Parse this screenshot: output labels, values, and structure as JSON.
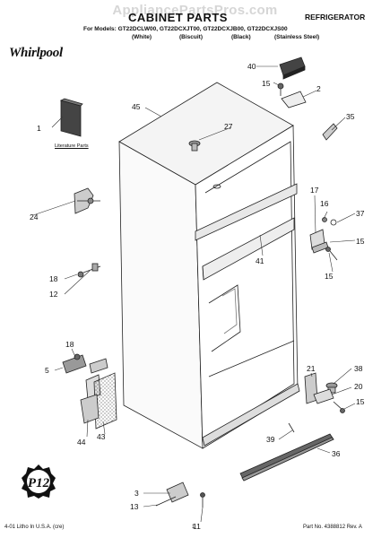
{
  "watermark": "AppliancePartsPros.com",
  "header": {
    "title": "CABINET PARTS",
    "subtitle": "REFRIGERATOR",
    "models_prefix": "For Models:",
    "models": [
      "GT22DCLW00",
      "GT22DCXJT00",
      "GT22DCXJB00",
      "GT22DCXJS00"
    ],
    "colors": [
      "(White)",
      "(Biscuit)",
      "(Black)",
      "(Stainless Steel)"
    ]
  },
  "brand": "Whirlpool",
  "literature_label": "Literature Parts",
  "badge_text": "P12",
  "callouts": {
    "c1": "1",
    "c2": "2",
    "c3": "3",
    "c5": "5",
    "c11": "11",
    "c12": "12",
    "c13": "13",
    "c15a": "15",
    "c15b": "15",
    "c15c": "15",
    "c15d": "15",
    "c16": "16",
    "c17": "17",
    "c18a": "18",
    "c18b": "18",
    "c20": "20",
    "c21": "21",
    "c24": "24",
    "c27": "27",
    "c35": "35",
    "c36": "36",
    "c37": "37",
    "c38": "38",
    "c39": "39",
    "c40": "40",
    "c41": "41",
    "c43": "43",
    "c44": "44",
    "c45": "45"
  },
  "footer": {
    "litho": "4-01 Litho In U.S.A. (cre)",
    "page": "1",
    "part_no": "Part No. 4388812 Rev. A"
  }
}
